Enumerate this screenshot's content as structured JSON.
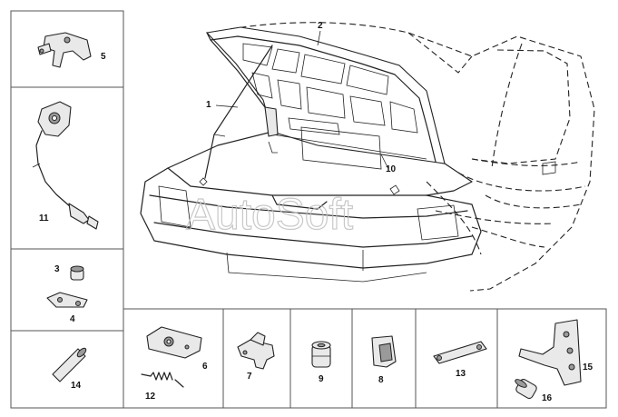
{
  "callouts": {
    "c1": "1",
    "c2": "2",
    "c3": "3",
    "c4": "4",
    "c5": "5",
    "c6": "6",
    "c7": "7",
    "c8": "8",
    "c9": "9",
    "c10": "10",
    "c11": "11",
    "c12": "12",
    "c13": "13",
    "c14": "14",
    "c15": "15",
    "c16": "16"
  },
  "watermark": "AutoSoft"
}
